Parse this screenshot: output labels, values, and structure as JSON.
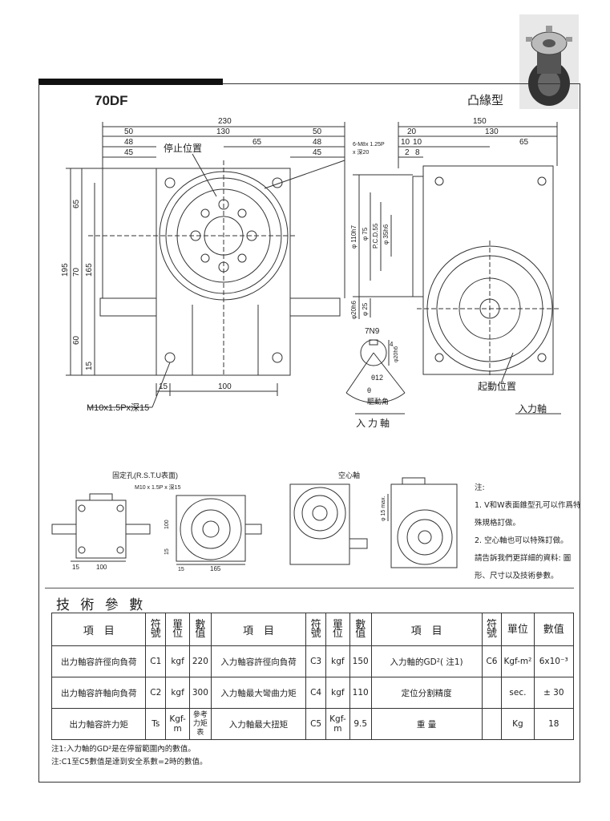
{
  "header": {
    "model": "70DF",
    "type": "凸緣型",
    "photo": "product-photo"
  },
  "drawing_front": {
    "dims_top": [
      "230",
      "130",
      "50",
      "48",
      "45",
      "50",
      "48",
      "45",
      "65"
    ],
    "label_stop": "停止位置",
    "dims_left": [
      "195",
      "65",
      "165",
      "70",
      "60",
      "15"
    ],
    "dims_bottom": [
      "15",
      "100"
    ],
    "thread": "M10x1.5Px深15"
  },
  "drawing_side": {
    "dims_top": [
      "150",
      "130",
      "20",
      "10",
      "10",
      "2",
      "8",
      "65"
    ],
    "tap": [
      "6-M8x 1.25P",
      "x 深20"
    ],
    "vertical_dims": [
      "φ 110h7",
      "φ 75",
      "P.C.D.55",
      "φ 35h6",
      "φ20h6",
      "φ 25"
    ],
    "label_start": "起動位置",
    "label_input": "入力軸"
  },
  "shaft_detail": {
    "key": "7N9",
    "d1": "4",
    "d2": "φ20h6",
    "d3": "θ12",
    "theta": "θ",
    "angle_label": "驅動角",
    "input_label": "入力軸"
  },
  "bottom_views": {
    "fix_label": "固定孔(R.S.T.U表面)",
    "fix_thread": "M10 x 1.5P x 深15",
    "hollow_label": "空心軸",
    "dims_a": [
      "15",
      "100"
    ],
    "dims_b": [
      "100",
      "15",
      "15",
      "165"
    ],
    "dim_c": "φ 15 max."
  },
  "notes": {
    "title": "注:",
    "lines": [
      "1. V和W表面錐型孔可以作爲特",
      "殊規格訂做。",
      "2. 空心軸也可以特殊訂做。",
      "請告訴我們更詳細的資料: 圖",
      "形、尺寸以及技術參數。"
    ]
  },
  "specs": {
    "title": "技 術 參 數",
    "headers": {
      "item": "項　目",
      "symbol": "符號",
      "unit": "單位",
      "value": "數值"
    },
    "rows": [
      [
        {
          "item": "出力軸容許徑向負荷",
          "symbol": "C1",
          "unit": "kgf",
          "value": "220"
        },
        {
          "item": "入力軸容許徑向負荷",
          "symbol": "C3",
          "unit": "kgf",
          "value": "150"
        },
        {
          "item": "入力軸的GD²( 注1)",
          "symbol": "C6",
          "unit": "Kgf-m²",
          "value": "6x10⁻³"
        }
      ],
      [
        {
          "item": "出力軸容許軸向負荷",
          "symbol": "C2",
          "unit": "kgf",
          "value": "300"
        },
        {
          "item": "入力軸最大彎曲力矩",
          "symbol": "C4",
          "unit": "kgf",
          "value": "110"
        },
        {
          "item": "定位分割精度",
          "symbol": "",
          "unit": "sec.",
          "value": "± 30"
        }
      ],
      [
        {
          "item": "出力軸容許力矩",
          "symbol": "Ts",
          "unit": "Kgf-m",
          "value": "參考力矩表"
        },
        {
          "item": "入力軸最大扭矩",
          "symbol": "C5",
          "unit": "Kgf-m",
          "value": "9.5"
        },
        {
          "item": "重 量",
          "symbol": "",
          "unit": "Kg",
          "value": "18"
        }
      ]
    ],
    "footnotes": [
      "注1:入力軸的GD²是在停留範圍內的數值。",
      "注:C1至C5數值是達到安全系數=2時的數值。"
    ]
  }
}
